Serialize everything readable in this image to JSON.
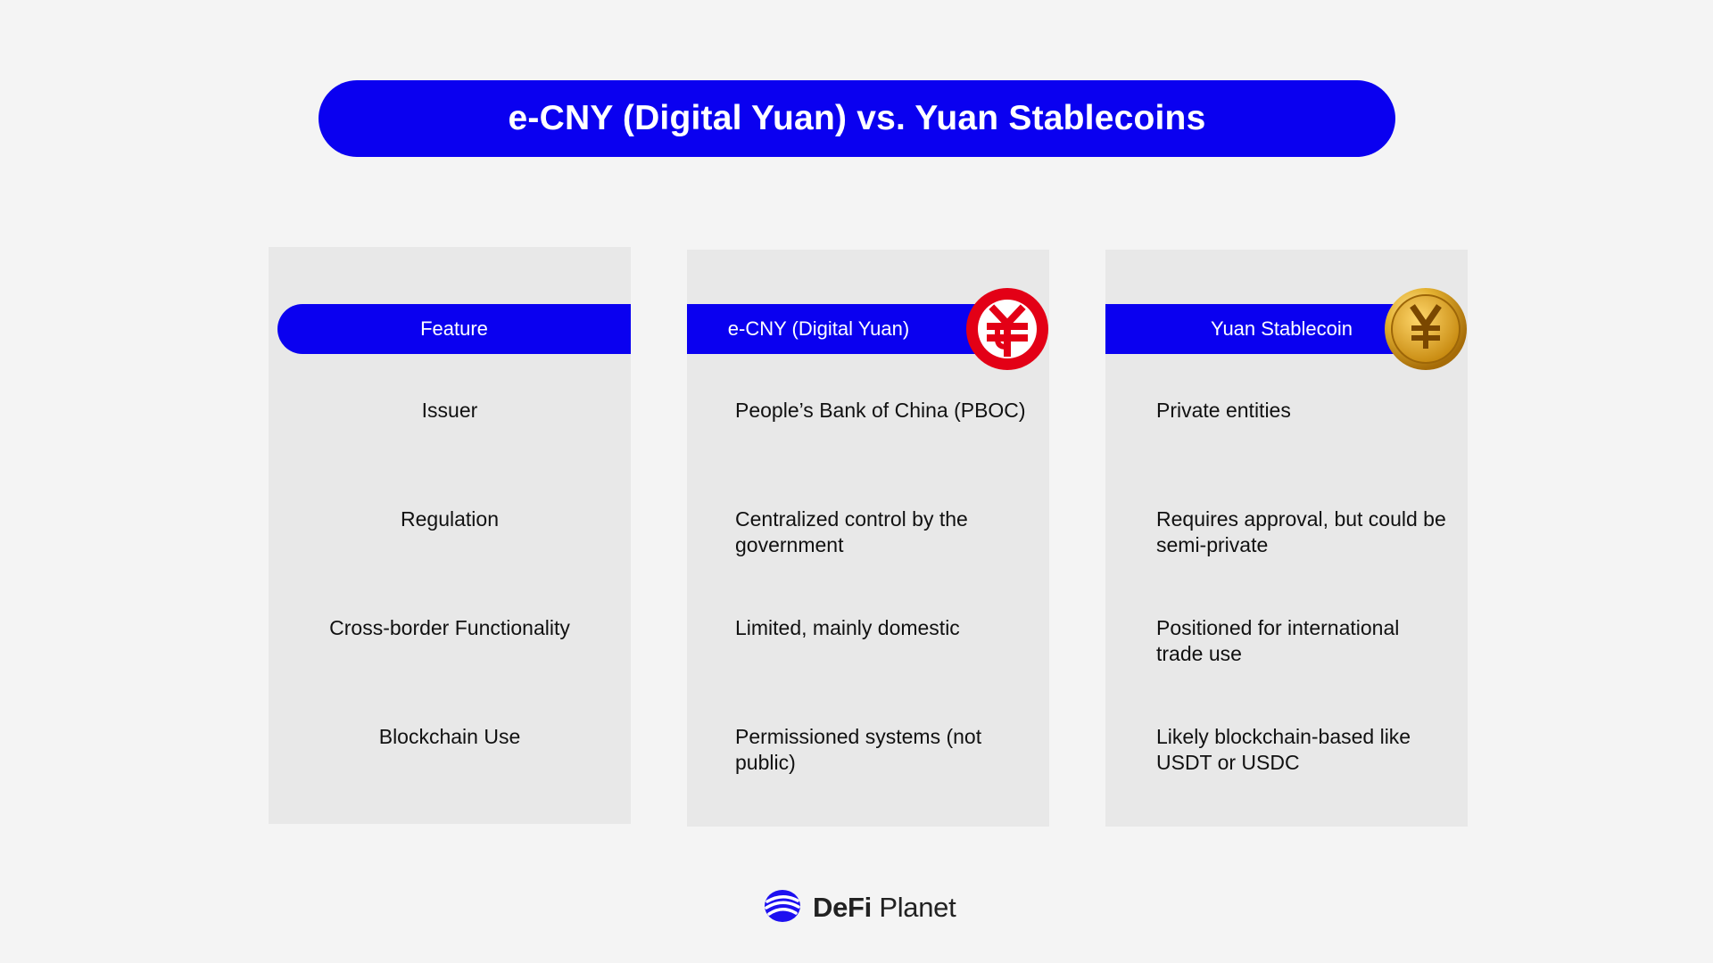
{
  "title": "e-CNY (Digital Yuan) vs. Yuan Stablecoins",
  "columns": {
    "feature": {
      "header": "Feature",
      "rows": [
        "Issuer",
        "Regulation",
        "Cross-border Functionality",
        "Blockchain Use"
      ]
    },
    "ecny": {
      "header": "e-CNY (Digital Yuan)",
      "icon": "ecny-emblem-icon",
      "rows": [
        "People’s Bank of China (PBOC)",
        "Centralized control by the government",
        "Limited, mainly domestic",
        "Permissioned systems (not public)"
      ]
    },
    "stablecoin": {
      "header": "Yuan Stablecoin",
      "icon": "yuan-coin-icon",
      "rows": [
        "Private entities",
        "Requires approval, but could be semi-private",
        "Positioned for international trade use",
        "Likely blockchain-based like USDT or USDC"
      ]
    }
  },
  "brand": {
    "logo_text_1": "DeFi",
    "logo_text_2": "Planet",
    "icon": "defi-planet-logo-icon"
  },
  "colors": {
    "accent_blue": "#0a00f0",
    "ecny_red": "#e30016",
    "coin_gold": "#d8a11c",
    "background": "#f4f4f4",
    "card": "#e8e8e8"
  }
}
